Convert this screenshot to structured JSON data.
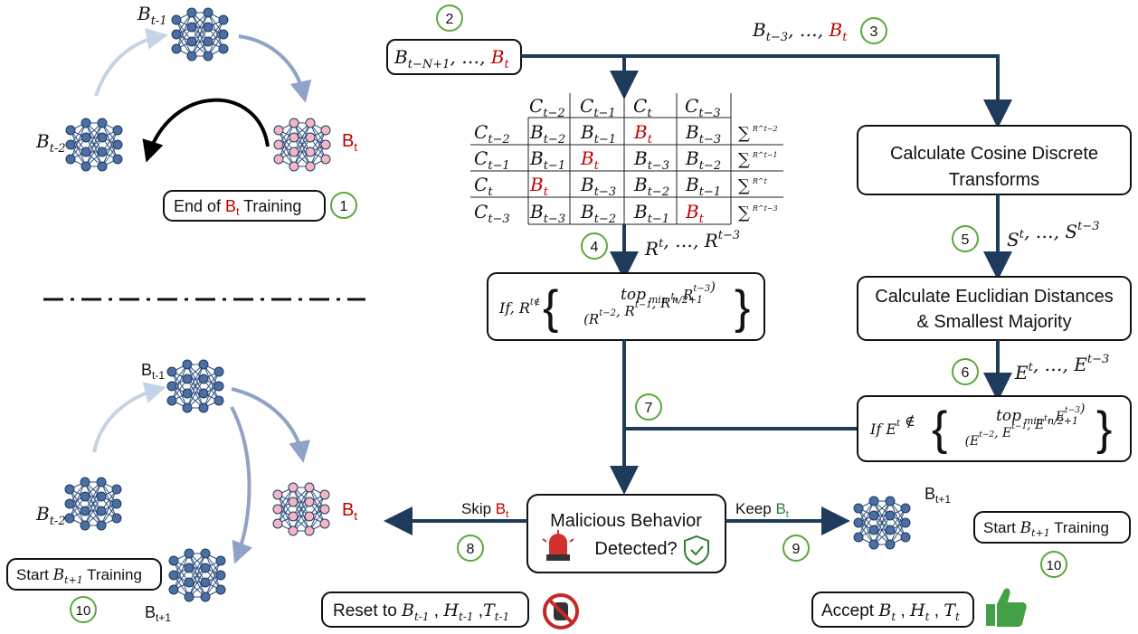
{
  "top_left": {
    "label_bt1": "B",
    "sub_bt1": "t-1",
    "label_bt2": "B",
    "sub_bt2": "t-2",
    "label_bt": "B",
    "sub_bt": "t",
    "end_training_pre": "End of ",
    "end_training_b": "B",
    "end_training_sub": "t",
    "end_training_post": " Training"
  },
  "steps": [
    "1",
    "2",
    "3",
    "4",
    "5",
    "6",
    "7",
    "8",
    "9",
    "10"
  ],
  "models_box": {
    "main": "B",
    "sub": "t−N+1",
    "mid": ", …, ",
    "last": "B",
    "last_sub": "t"
  },
  "step3_text": {
    "main": "B",
    "sub": "t−3",
    "mid": ", …, ",
    "last": "B",
    "last_sub": "t"
  },
  "table": {
    "col_headers": [
      "C_t−2",
      "C_t−1",
      "C_t",
      "C_t−3"
    ],
    "rows": [
      {
        "label": "C_t−2",
        "cells": [
          "B_t−2",
          "B_t−1",
          "B_t",
          "B_t−3"
        ],
        "sum": "∑",
        "sum_sup": "R^t−2"
      },
      {
        "label": "C_t−1",
        "cells": [
          "B_t−1",
          "B_t",
          "B_t−3",
          "B_t−2"
        ],
        "sum": "∑",
        "sum_sup": "R^t−1"
      },
      {
        "label": "C_t",
        "cells": [
          "B_t",
          "B_t−3",
          "B_t−2",
          "B_t−1"
        ],
        "sum": "∑",
        "sum_sup": "R^t"
      },
      {
        "label": "C_t−3",
        "cells": [
          "B_t−3",
          "B_t−2",
          "B_t−1",
          "B_t"
        ],
        "sum": "∑",
        "sum_sup": "R^t−3"
      }
    ]
  },
  "r_label": "R^t, …, R^t−3",
  "r_condition": {
    "if": "If,",
    "var": "R^t∉",
    "top": "top",
    "min": "min",
    "frac": "n/2+1",
    "set": "(R^t−2, R^t−1,  R^t, R^t−3)"
  },
  "cosine_box": [
    "Calculate Cosine Discrete",
    "Transforms"
  ],
  "s_label": "S^t, …, S^t−3",
  "euclid_box": [
    "Calculate Euclidian Distances",
    "& Smallest Majority"
  ],
  "e_label": "E^t, …, E^t−3",
  "e_condition": {
    "if": "If E^t ∉",
    "top": "top",
    "min": "min",
    "frac": "n/2+1",
    "set": "(E^t−2, E^t−1, E^t, E^t−3)"
  },
  "malicious_box": [
    "Malicious Behavior",
    "Detected?"
  ],
  "skip": {
    "text": "Skip ",
    "b": "B",
    "sub": "t"
  },
  "keep": {
    "text": "Keep ",
    "b": "B",
    "sub": "t"
  },
  "bottom_left": {
    "label_bt1": "B",
    "sub_bt1": "t-1",
    "label_bt2": "B",
    "sub_bt2": "t-2",
    "label_bt": "B",
    "sub_bt": "t",
    "label_bt1p": "B",
    "sub_bt1p": "t+1",
    "start_pre": "Start ",
    "start_b": "B",
    "start_sub": "t+1",
    "start_post": " Training"
  },
  "reset": {
    "pre": "Reset to ",
    "b1": "B",
    "s1": "t-1",
    "b2": "H",
    "s2": "t-1",
    "b3": "T",
    "s3": "t-1"
  },
  "accept": {
    "pre": "Accept ",
    "b1": "B",
    "s1": "t",
    "b2": "H",
    "s2": "t",
    "b3": "T",
    "s3": "t"
  },
  "right_model": {
    "label": "B",
    "sub": "t+1"
  },
  "right_start": {
    "pre": "Start ",
    "b": "B",
    "sub": "t+1",
    "post": " Training"
  },
  "colors": {
    "accent": "#1f3b5c",
    "red": "#c00000",
    "green": "#2e7d32",
    "step_ring": "#5aa83c",
    "node_blue": "#4a6fa5",
    "node_pink": "#f4b6c2"
  }
}
